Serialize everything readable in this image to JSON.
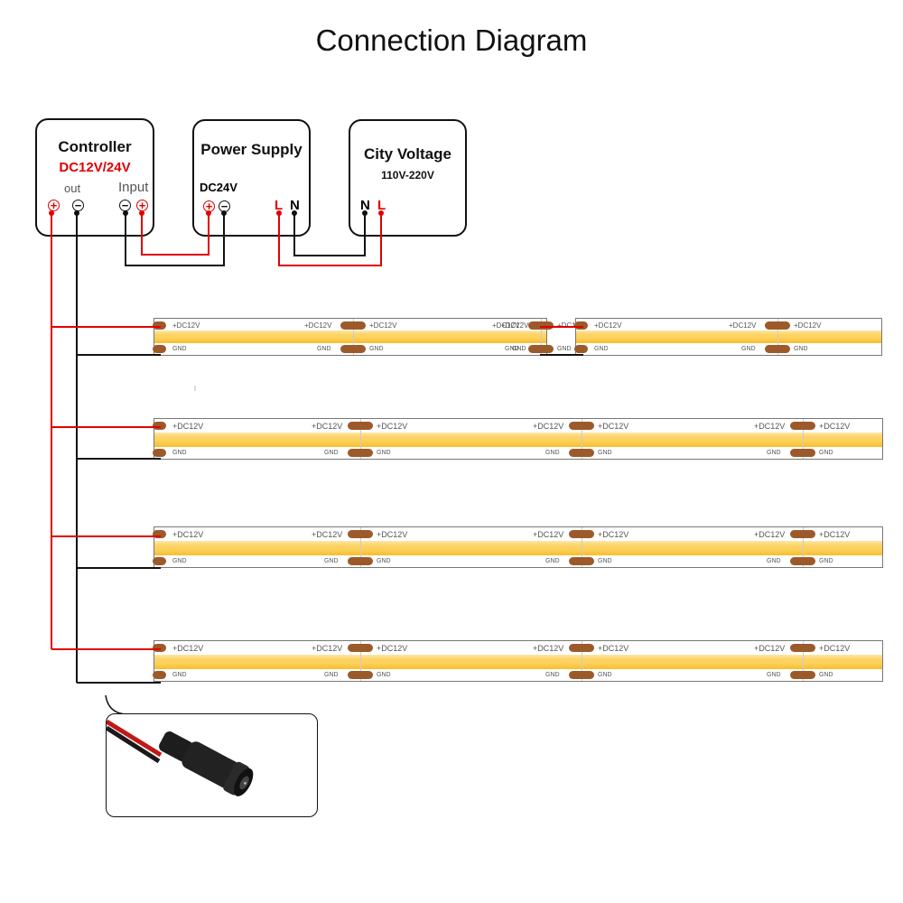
{
  "title": "Connection Diagram",
  "controller": {
    "title": "Controller",
    "voltage": "DC12V/24V",
    "out_label": "out",
    "input_label": "Input",
    "out_terminals": [
      "+",
      "−"
    ],
    "input_terminals": [
      "−",
      "+"
    ]
  },
  "power_supply": {
    "title": "Power Supply",
    "voltage": "DC24V",
    "dc_terminals": [
      "+",
      "−"
    ],
    "ac_terminals": [
      "L",
      "N"
    ]
  },
  "city_voltage": {
    "title": "City Voltage",
    "range": "110V-220V",
    "terminals": [
      "N",
      "L"
    ]
  },
  "strip": {
    "positive_label": "+DC12V",
    "ground_label": "GND"
  },
  "colors": {
    "positive_wire": "#e00000",
    "negative_wire": "#111111",
    "pad": "#9c5a2b",
    "led_band": "#fcd05a"
  },
  "photo": {
    "subject": "DC female connector with red/black wires"
  }
}
